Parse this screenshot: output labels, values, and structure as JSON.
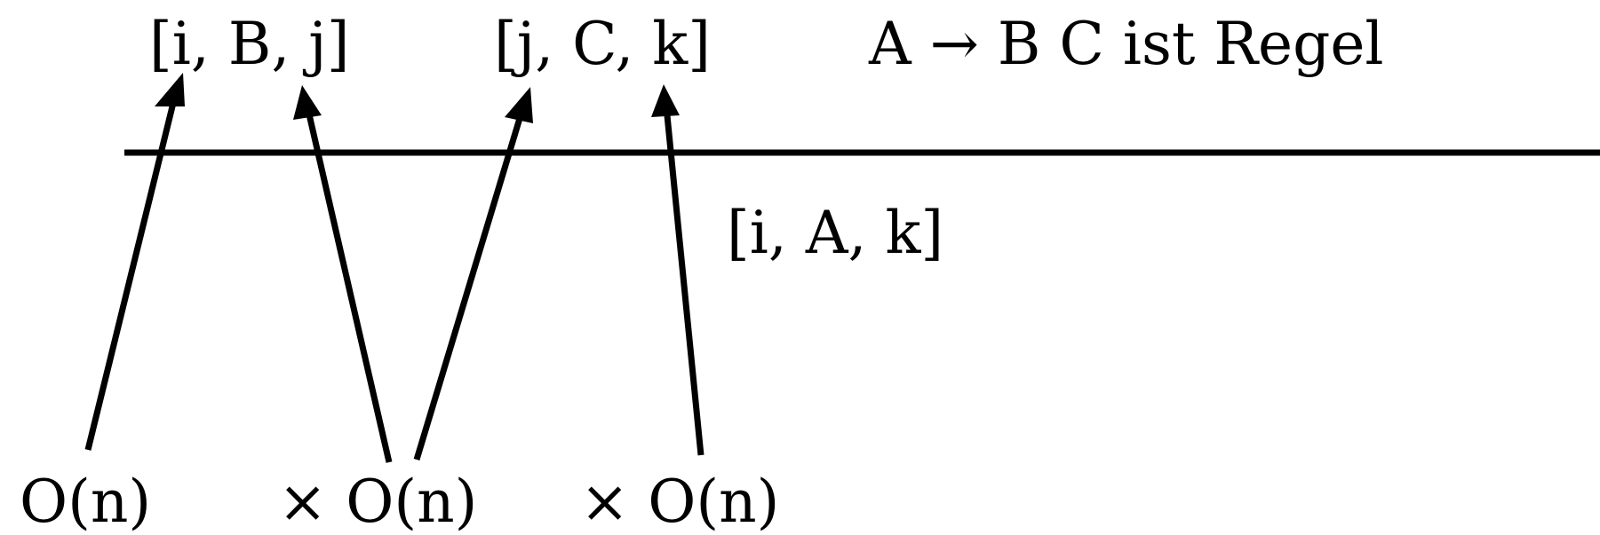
{
  "premises": {
    "first": "[i, B, j]",
    "second": "[j, C, k]",
    "condition": "A → B C ist Regel"
  },
  "conclusion": "[i, A, k]",
  "complexity": {
    "first": "O(n)",
    "second": "× O(n)",
    "third": "× O(n)"
  },
  "colors": {
    "ink": "#000000",
    "background": "#ffffff"
  }
}
